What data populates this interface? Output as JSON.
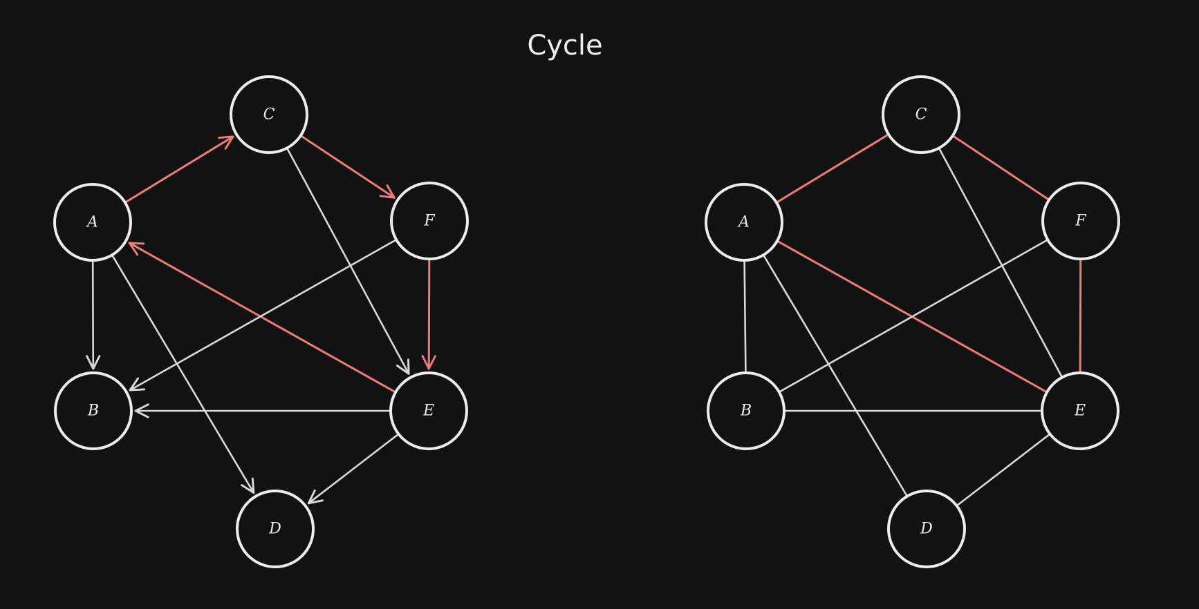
{
  "title": "Cycle",
  "colors": {
    "background": "#121212",
    "node_stroke": "#ececec",
    "edge_default": "#d9d9d9",
    "edge_highlight": "#f07c78"
  },
  "graphs": [
    {
      "name": "directed",
      "directed": true,
      "nodes": [
        "A",
        "B",
        "C",
        "D",
        "E",
        "F"
      ],
      "edges": [
        {
          "from": "A",
          "to": "C",
          "highlight": true
        },
        {
          "from": "C",
          "to": "F",
          "highlight": true
        },
        {
          "from": "F",
          "to": "E",
          "highlight": true
        },
        {
          "from": "E",
          "to": "A",
          "highlight": true
        },
        {
          "from": "A",
          "to": "B",
          "highlight": false
        },
        {
          "from": "A",
          "to": "D",
          "highlight": false
        },
        {
          "from": "C",
          "to": "E",
          "highlight": false
        },
        {
          "from": "F",
          "to": "B",
          "highlight": false
        },
        {
          "from": "E",
          "to": "B",
          "highlight": false
        },
        {
          "from": "E",
          "to": "D",
          "highlight": false
        }
      ]
    },
    {
      "name": "undirected",
      "directed": false,
      "nodes": [
        "A",
        "B",
        "C",
        "D",
        "E",
        "F"
      ],
      "edges": [
        {
          "from": "A",
          "to": "C",
          "highlight": true
        },
        {
          "from": "C",
          "to": "F",
          "highlight": true
        },
        {
          "from": "F",
          "to": "E",
          "highlight": true
        },
        {
          "from": "E",
          "to": "A",
          "highlight": true
        },
        {
          "from": "A",
          "to": "B",
          "highlight": false
        },
        {
          "from": "A",
          "to": "D",
          "highlight": false
        },
        {
          "from": "C",
          "to": "E",
          "highlight": false
        },
        {
          "from": "F",
          "to": "B",
          "highlight": false
        },
        {
          "from": "B",
          "to": "E",
          "highlight": false
        },
        {
          "from": "E",
          "to": "D",
          "highlight": false
        }
      ]
    }
  ]
}
